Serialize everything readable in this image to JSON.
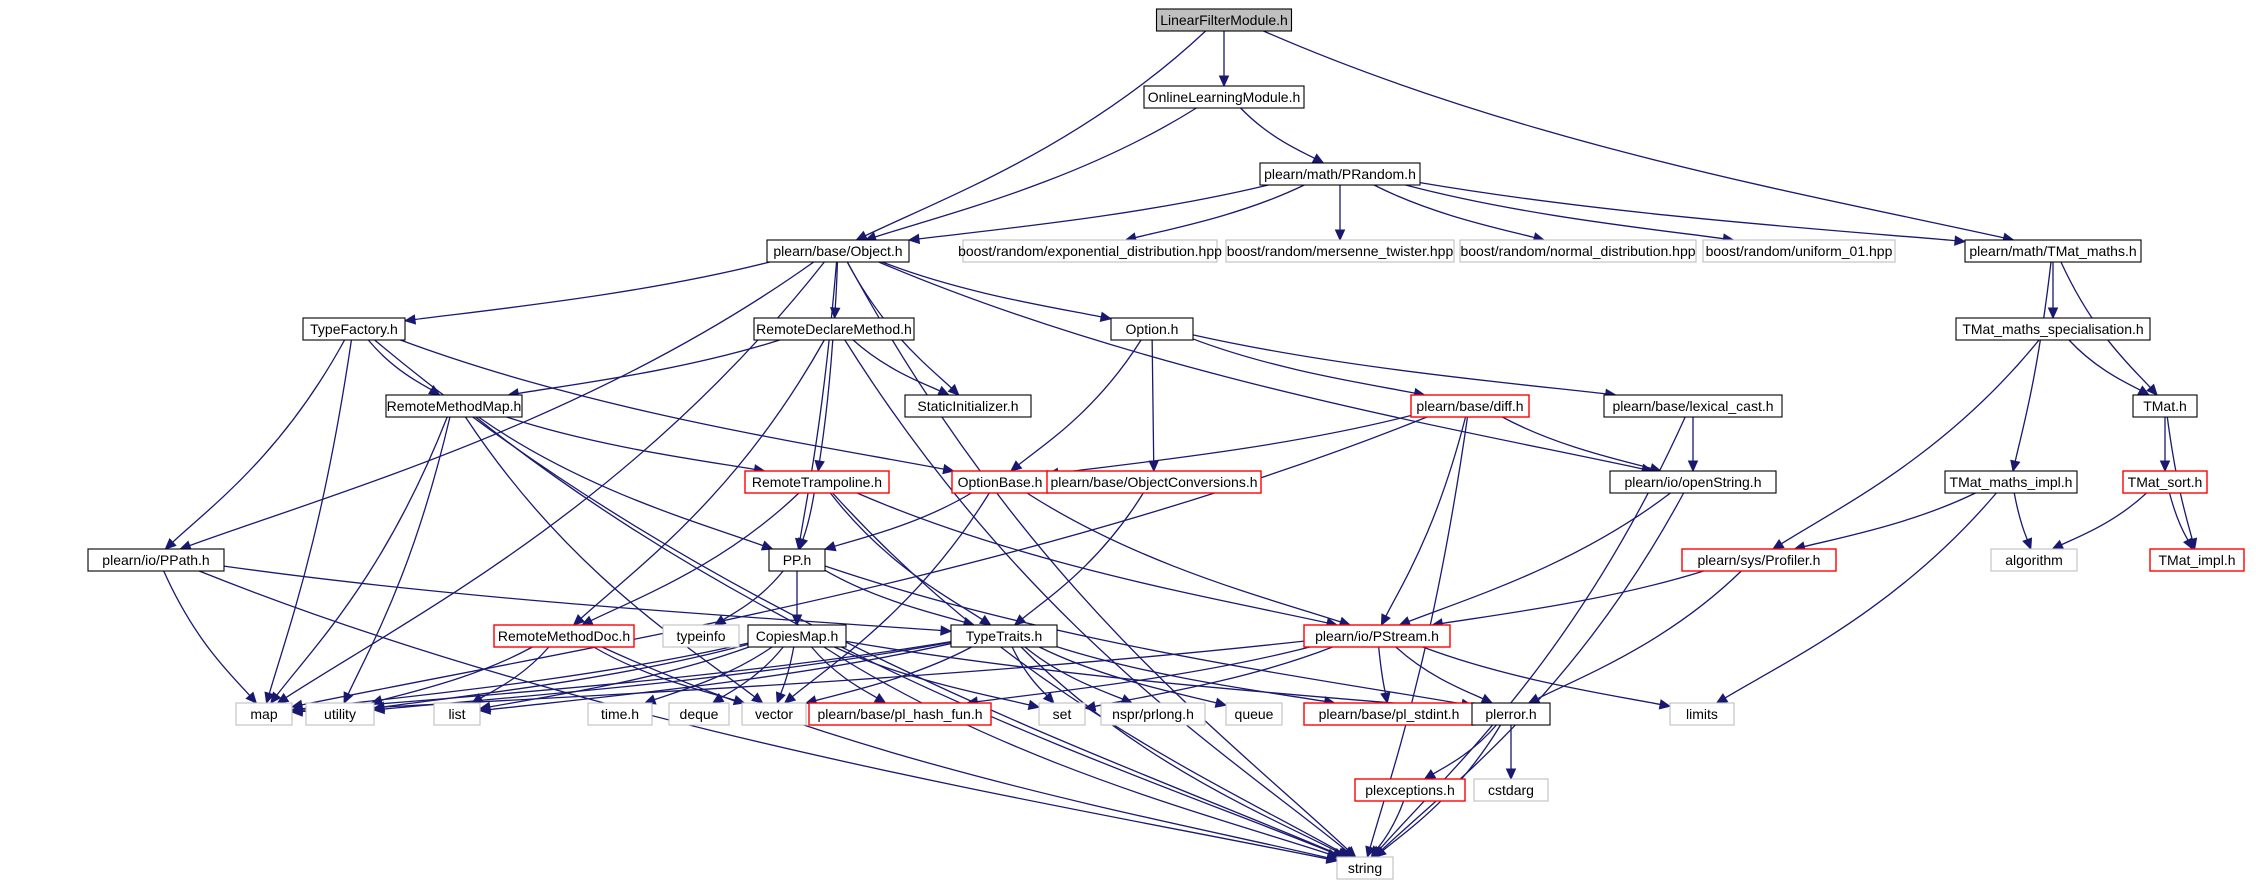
{
  "colors": {
    "edge": "#191970",
    "root_fill": "#bfbfbf",
    "documented_border": "#000000",
    "undocumented_border": "#ff0000",
    "external_border": "#bfbfbf",
    "external_text": "#404040",
    "box_fill": "#ffffff"
  },
  "nodes": [
    {
      "id": "linearfilter",
      "label": "LinearFilterModule.h",
      "kind": "root"
    },
    {
      "id": "onlinelearning",
      "label": "OnlineLearningModule.h",
      "kind": "doc"
    },
    {
      "id": "prandom",
      "label": "plearn/math/PRandom.h",
      "kind": "doc"
    },
    {
      "id": "object",
      "label": "plearn/base/Object.h",
      "kind": "doc"
    },
    {
      "id": "boost_exp",
      "label": "boost/random/exponential_distribution.hpp",
      "kind": "ext"
    },
    {
      "id": "boost_mt",
      "label": "boost/random/mersenne_twister.hpp",
      "kind": "ext"
    },
    {
      "id": "boost_norm",
      "label": "boost/random/normal_distribution.hpp",
      "kind": "ext"
    },
    {
      "id": "boost_uni",
      "label": "boost/random/uniform_01.hpp",
      "kind": "ext"
    },
    {
      "id": "tmatmaths",
      "label": "plearn/math/TMat_maths.h",
      "kind": "doc"
    },
    {
      "id": "typefactory",
      "label": "TypeFactory.h",
      "kind": "doc"
    },
    {
      "id": "remotedeclare",
      "label": "RemoteDeclareMethod.h",
      "kind": "doc"
    },
    {
      "id": "option",
      "label": "Option.h",
      "kind": "doc"
    },
    {
      "id": "staticinit",
      "label": "StaticInitializer.h",
      "kind": "doc"
    },
    {
      "id": "tmatspec",
      "label": "TMat_maths_specialisation.h",
      "kind": "doc"
    },
    {
      "id": "remotemethodmap",
      "label": "RemoteMethodMap.h",
      "kind": "doc"
    },
    {
      "id": "diff",
      "label": "plearn/base/diff.h",
      "kind": "undoc"
    },
    {
      "id": "lexicalcast",
      "label": "plearn/base/lexical_cast.h",
      "kind": "doc"
    },
    {
      "id": "tmat",
      "label": "TMat.h",
      "kind": "doc"
    },
    {
      "id": "remotetramp",
      "label": "RemoteTrampoline.h",
      "kind": "undoc"
    },
    {
      "id": "optionbase",
      "label": "OptionBase.h",
      "kind": "undoc"
    },
    {
      "id": "objconv",
      "label": "plearn/base/ObjectConversions.h",
      "kind": "undoc"
    },
    {
      "id": "openstring",
      "label": "plearn/io/openString.h",
      "kind": "doc"
    },
    {
      "id": "tmatimpl_maths",
      "label": "TMat_maths_impl.h",
      "kind": "doc"
    },
    {
      "id": "tmatsort",
      "label": "TMat_sort.h",
      "kind": "undoc"
    },
    {
      "id": "ppath",
      "label": "plearn/io/PPath.h",
      "kind": "doc"
    },
    {
      "id": "pp",
      "label": "PP.h",
      "kind": "doc"
    },
    {
      "id": "profiler",
      "label": "plearn/sys/Profiler.h",
      "kind": "undoc"
    },
    {
      "id": "algorithm",
      "label": "algorithm",
      "kind": "ext"
    },
    {
      "id": "tmatimpl",
      "label": "TMat_impl.h",
      "kind": "undoc"
    },
    {
      "id": "remotemethoddoc",
      "label": "RemoteMethodDoc.h",
      "kind": "undoc"
    },
    {
      "id": "typeinfo",
      "label": "typeinfo",
      "kind": "ext"
    },
    {
      "id": "copiesmap",
      "label": "CopiesMap.h",
      "kind": "doc"
    },
    {
      "id": "typetraits",
      "label": "TypeTraits.h",
      "kind": "doc"
    },
    {
      "id": "pstream",
      "label": "plearn/io/PStream.h",
      "kind": "undoc"
    },
    {
      "id": "map",
      "label": "map",
      "kind": "ext"
    },
    {
      "id": "utility",
      "label": "utility",
      "kind": "ext"
    },
    {
      "id": "list",
      "label": "list",
      "kind": "ext"
    },
    {
      "id": "timeh",
      "label": "time.h",
      "kind": "ext"
    },
    {
      "id": "deque",
      "label": "deque",
      "kind": "ext"
    },
    {
      "id": "vector",
      "label": "vector",
      "kind": "ext"
    },
    {
      "id": "hashfun",
      "label": "plearn/base/pl_hash_fun.h",
      "kind": "undoc"
    },
    {
      "id": "set",
      "label": "set",
      "kind": "ext"
    },
    {
      "id": "prlong",
      "label": "nspr/prlong.h",
      "kind": "ext"
    },
    {
      "id": "queue",
      "label": "queue",
      "kind": "ext"
    },
    {
      "id": "stdint",
      "label": "plearn/base/pl_stdint.h",
      "kind": "undoc"
    },
    {
      "id": "plerror",
      "label": "plerror.h",
      "kind": "doc"
    },
    {
      "id": "limits",
      "label": "limits",
      "kind": "ext"
    },
    {
      "id": "plexceptions",
      "label": "plexceptions.h",
      "kind": "undoc"
    },
    {
      "id": "cstdarg",
      "label": "cstdarg",
      "kind": "ext"
    },
    {
      "id": "string",
      "label": "string",
      "kind": "ext"
    }
  ],
  "edges": [
    [
      "linearfilter",
      "onlinelearning"
    ],
    [
      "linearfilter",
      "object"
    ],
    [
      "linearfilter",
      "tmatmaths"
    ],
    [
      "onlinelearning",
      "object"
    ],
    [
      "onlinelearning",
      "prandom"
    ],
    [
      "prandom",
      "object"
    ],
    [
      "prandom",
      "boost_exp"
    ],
    [
      "prandom",
      "boost_mt"
    ],
    [
      "prandom",
      "boost_norm"
    ],
    [
      "prandom",
      "boost_uni"
    ],
    [
      "prandom",
      "tmatmaths"
    ],
    [
      "object",
      "typefactory"
    ],
    [
      "object",
      "remotedeclare"
    ],
    [
      "object",
      "option"
    ],
    [
      "object",
      "staticinit"
    ],
    [
      "object",
      "ppath"
    ],
    [
      "object",
      "pp"
    ],
    [
      "object",
      "map"
    ],
    [
      "object",
      "openstring"
    ],
    [
      "object",
      "string"
    ],
    [
      "tmatmaths",
      "tmatspec"
    ],
    [
      "tmatmaths",
      "tmat"
    ],
    [
      "tmatmaths",
      "tmatimpl_maths"
    ],
    [
      "typefactory",
      "remotemethodmap"
    ],
    [
      "typefactory",
      "ppath"
    ],
    [
      "typefactory",
      "map"
    ],
    [
      "typefactory",
      "optionbase"
    ],
    [
      "typefactory",
      "string"
    ],
    [
      "remotedeclare",
      "remotemethodmap"
    ],
    [
      "remotedeclare",
      "staticinit"
    ],
    [
      "remotedeclare",
      "remotetramp"
    ],
    [
      "remotedeclare",
      "remotemethoddoc"
    ],
    [
      "remotedeclare",
      "string"
    ],
    [
      "option",
      "optionbase"
    ],
    [
      "option",
      "objconv"
    ],
    [
      "option",
      "diff"
    ],
    [
      "option",
      "lexicalcast"
    ],
    [
      "tmatspec",
      "tmat"
    ],
    [
      "tmatspec",
      "profiler"
    ],
    [
      "remotemethodmap",
      "remotetramp"
    ],
    [
      "remotemethodmap",
      "pp"
    ],
    [
      "remotemethodmap",
      "map"
    ],
    [
      "remotemethodmap",
      "utility"
    ],
    [
      "remotemethodmap",
      "vector"
    ],
    [
      "remotemethodmap",
      "string"
    ],
    [
      "diff",
      "optionbase"
    ],
    [
      "diff",
      "openstring"
    ],
    [
      "diff",
      "pstream"
    ],
    [
      "diff",
      "map"
    ],
    [
      "diff",
      "string"
    ],
    [
      "lexicalcast",
      "openstring"
    ],
    [
      "lexicalcast",
      "string"
    ],
    [
      "tmat",
      "tmatsort"
    ],
    [
      "tmat",
      "tmatimpl"
    ],
    [
      "remotetramp",
      "pp"
    ],
    [
      "remotetramp",
      "remotemethoddoc"
    ],
    [
      "remotetramp",
      "typetraits"
    ],
    [
      "remotetramp",
      "pstream"
    ],
    [
      "remotetramp",
      "string"
    ],
    [
      "optionbase",
      "pp"
    ],
    [
      "optionbase",
      "pstream"
    ],
    [
      "optionbase",
      "vector"
    ],
    [
      "objconv",
      "typetraits"
    ],
    [
      "openstring",
      "pstream"
    ],
    [
      "openstring",
      "string"
    ],
    [
      "tmatimpl_maths",
      "profiler"
    ],
    [
      "tmatimpl_maths",
      "algorithm"
    ],
    [
      "tmatimpl_maths",
      "limits"
    ],
    [
      "tmatsort",
      "algorithm"
    ],
    [
      "tmatsort",
      "tmatimpl"
    ],
    [
      "ppath",
      "map"
    ],
    [
      "ppath",
      "typetraits"
    ],
    [
      "ppath",
      "string"
    ],
    [
      "pp",
      "typeinfo"
    ],
    [
      "pp",
      "copiesmap"
    ],
    [
      "pp",
      "typetraits"
    ],
    [
      "pp",
      "plerror"
    ],
    [
      "profiler",
      "pstream"
    ],
    [
      "profiler",
      "plerror"
    ],
    [
      "remotemethoddoc",
      "list"
    ],
    [
      "remotemethoddoc",
      "utility"
    ],
    [
      "remotemethoddoc",
      "vector"
    ],
    [
      "remotemethoddoc",
      "string"
    ],
    [
      "copiesmap",
      "map"
    ],
    [
      "copiesmap",
      "utility"
    ],
    [
      "copiesmap",
      "list"
    ],
    [
      "copiesmap",
      "timeh"
    ],
    [
      "copiesmap",
      "deque"
    ],
    [
      "copiesmap",
      "vector"
    ],
    [
      "copiesmap",
      "hashfun"
    ],
    [
      "copiesmap",
      "set"
    ],
    [
      "copiesmap",
      "plerror"
    ],
    [
      "copiesmap",
      "string"
    ],
    [
      "typetraits",
      "map"
    ],
    [
      "typetraits",
      "utility"
    ],
    [
      "typetraits",
      "list"
    ],
    [
      "typetraits",
      "vector"
    ],
    [
      "typetraits",
      "set"
    ],
    [
      "typetraits",
      "prlong"
    ],
    [
      "typetraits",
      "queue"
    ],
    [
      "typetraits",
      "stdint"
    ],
    [
      "typetraits",
      "string"
    ],
    [
      "pstream",
      "map"
    ],
    [
      "pstream",
      "hashfun"
    ],
    [
      "pstream",
      "set"
    ],
    [
      "pstream",
      "stdint"
    ],
    [
      "pstream",
      "plerror"
    ],
    [
      "pstream",
      "limits"
    ],
    [
      "plerror",
      "plexceptions"
    ],
    [
      "plerror",
      "cstdarg"
    ],
    [
      "plerror",
      "string"
    ],
    [
      "plexceptions",
      "string"
    ]
  ]
}
